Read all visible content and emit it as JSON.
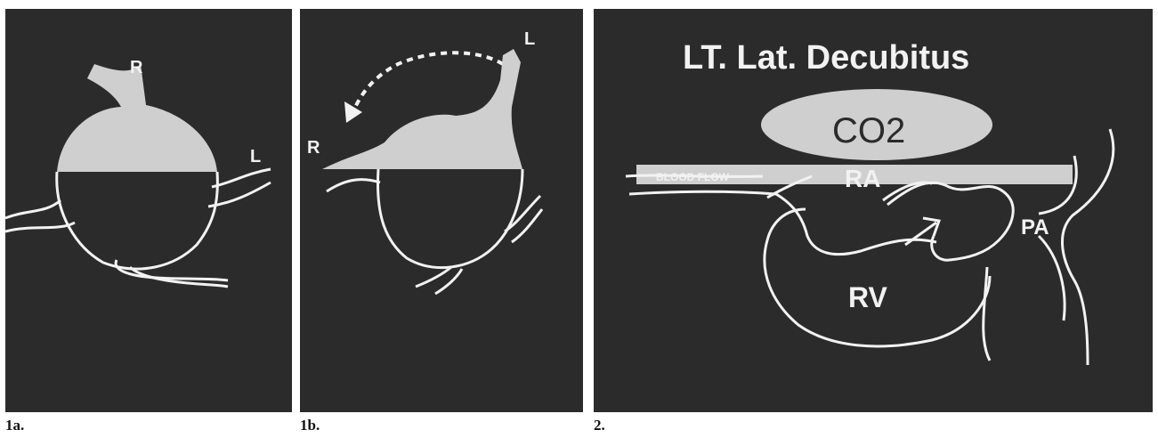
{
  "panels": [
    {
      "caption": "1a.",
      "labels": {
        "right": "R",
        "left": "L"
      }
    },
    {
      "caption": "1b.",
      "labels": {
        "right": "R",
        "left": "L"
      }
    },
    {
      "caption": "2.",
      "title": "LT. Lat. Decubitus",
      "labels": {
        "gas": "CO2",
        "flow": "BLOOD FLOW",
        "ra": "RA",
        "rv": "RV",
        "pa": "PA"
      }
    }
  ],
  "colors": {
    "background": "#2b2b2b",
    "gas": "#cfcfcf",
    "line": "#f2f2f2"
  }
}
